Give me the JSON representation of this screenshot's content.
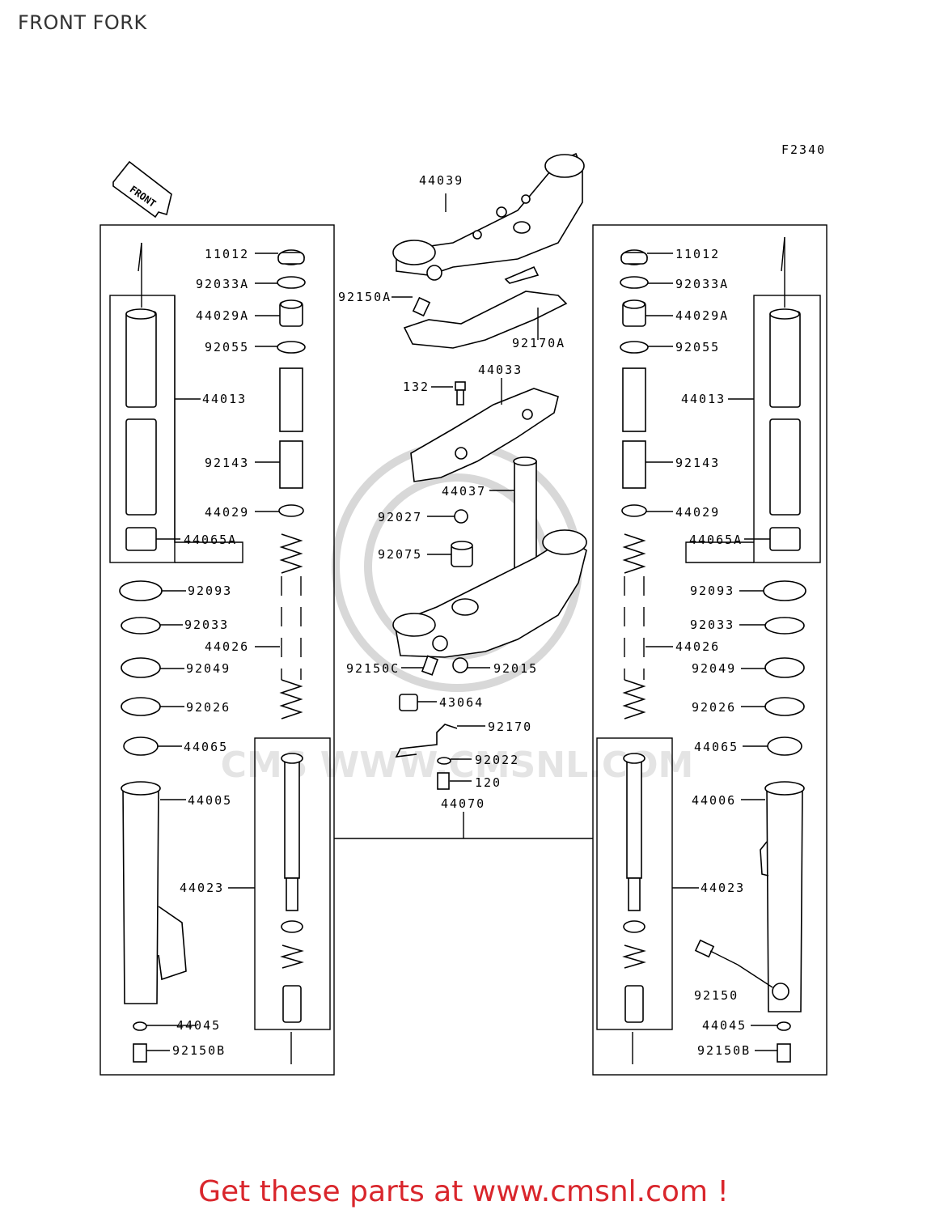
{
  "title": "FRONT FORK",
  "figure_code": "F2340",
  "front_label": "FRONT",
  "watermark": "CMS WWW.CMSNL.COM",
  "footer": "Get these parts at www.cmsnl.com !",
  "labels": {
    "p44039": "44039",
    "p92150A": "92150A",
    "p92170A": "92170A",
    "p132": "132",
    "p44033": "44033",
    "p44037": "44037",
    "p92027": "92027",
    "p92075": "92075",
    "p92150C": "92150C",
    "p92015": "92015",
    "p43064": "43064",
    "p92170": "92170",
    "p92022": "92022",
    "p120": "120",
    "p44070": "44070",
    "L11012": "11012",
    "L92033A": "92033A",
    "L44029A": "44029A",
    "L92055": "92055",
    "L44013": "44013",
    "L92143": "92143",
    "L44029": "44029",
    "L44065A": "44065A",
    "L92093": "92093",
    "L92033": "92033",
    "L44026": "44026",
    "L92049": "92049",
    "L92026": "92026",
    "L44065": "44065",
    "L44005": "44005",
    "L44023": "44023",
    "L44045": "44045",
    "L92150B": "92150B",
    "R11012": "11012",
    "R92033A": "92033A",
    "R44029A": "44029A",
    "R92055": "92055",
    "R44013": "44013",
    "R92143": "92143",
    "R44029": "44029",
    "R44065A": "44065A",
    "R92093": "92093",
    "R92033": "92033",
    "R44026": "44026",
    "R92049": "92049",
    "R92026": "92026",
    "R44065": "44065",
    "R44006": "44006",
    "R44023": "44023",
    "R92150": "92150",
    "R44045": "44045",
    "R92150B": "92150B"
  }
}
